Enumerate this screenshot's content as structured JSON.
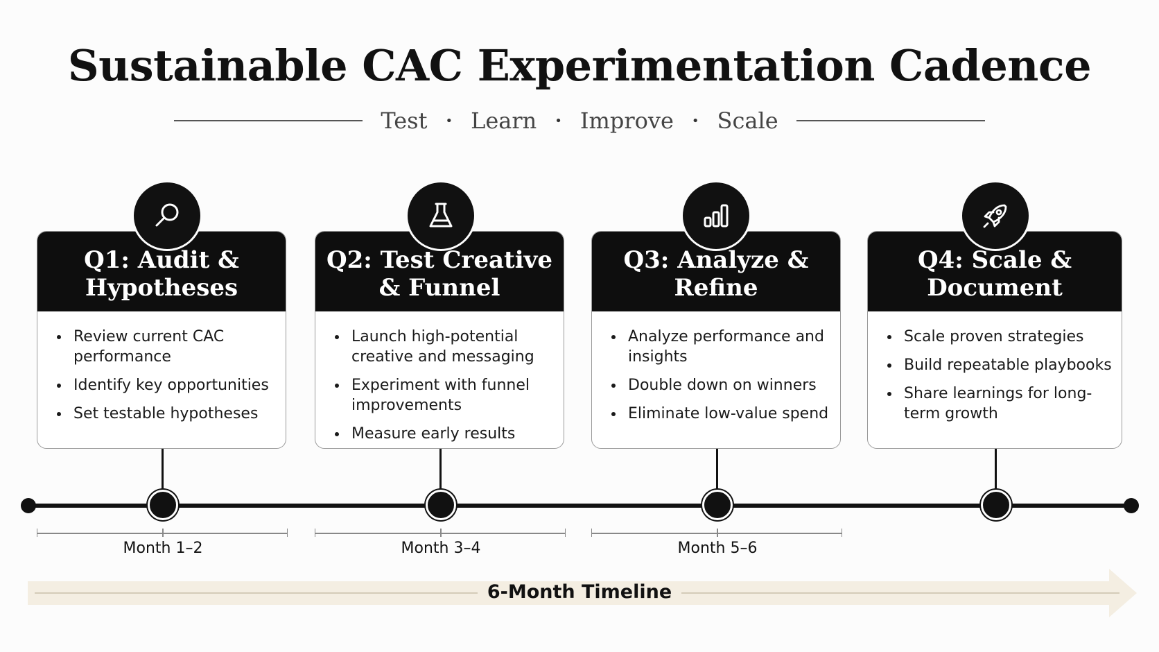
{
  "title": "Sustainable CAC Experimentation Cadence",
  "subtitle": {
    "words": [
      "Test",
      "Learn",
      "Improve",
      "Scale"
    ]
  },
  "stages": [
    {
      "title_line1": "Q1: Audit &",
      "title_line2": "Hypotheses",
      "icon": "magnifier-icon",
      "bullets": [
        "Review current CAC performance",
        "Identify key opportunities",
        "Set testable hypotheses"
      ]
    },
    {
      "title_line1": "Q2: Test Creative",
      "title_line2": "& Funnel",
      "icon": "flask-icon",
      "bullets": [
        "Launch high-potential creative and messaging",
        "Experiment with funnel improvements",
        "Measure early results"
      ]
    },
    {
      "title_line1": "Q3: Analyze &",
      "title_line2": "Refine",
      "icon": "bar-chart-icon",
      "bullets": [
        "Analyze performance and insights",
        "Double down on winners",
        "Eliminate low-value spend"
      ]
    },
    {
      "title_line1": "Q4: Scale &",
      "title_line2": "Document",
      "icon": "rocket-icon",
      "bullets": [
        "Scale proven strategies",
        "Build repeatable playbooks",
        "Share learnings for long-term growth"
      ]
    }
  ],
  "months": [
    "Month 1–2",
    "Month 3–4",
    "Month 5–6"
  ],
  "timeline_label": "6-Month Timeline",
  "colors": {
    "dark": "#111111",
    "banner": "#f4eee2",
    "text": "#1a1a1a"
  }
}
